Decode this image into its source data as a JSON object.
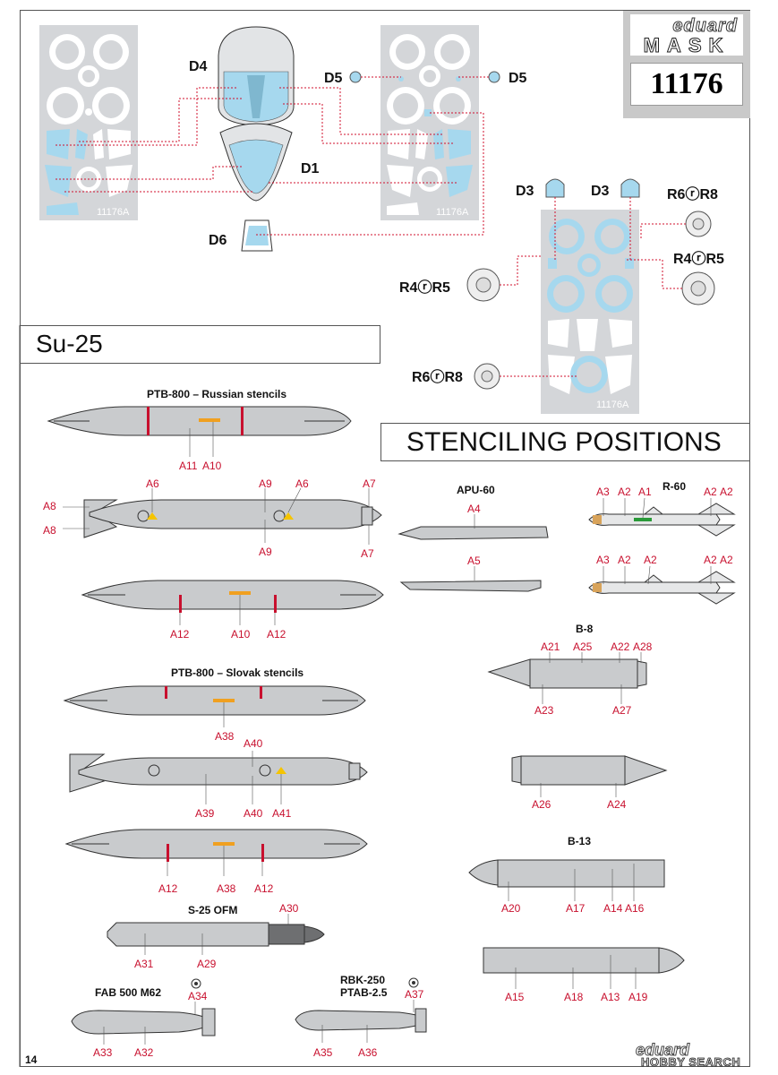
{
  "header": {
    "brand": "eduard",
    "product": "MASK",
    "number": "11176"
  },
  "title": "Su-25",
  "section_title": "STENCILING POSITIONS",
  "page_number": "14",
  "watermark": {
    "brand": "eduard",
    "site": "HOBBY SEARCH"
  },
  "mask": {
    "sheet_code": "11176A",
    "labels": {
      "d4": "D4",
      "d1": "D1",
      "d6": "D6",
      "d5a": "D5",
      "d5b": "D5",
      "d3a": "D3",
      "d3b": "D3",
      "r6r8a": "R6ⓡR8",
      "r4r5a": "R4ⓡR5",
      "r4r5b": "R4ⓡR5",
      "r6r8b": "R6ⓡR8"
    }
  },
  "groups": {
    "ptb_rus": "PTB-800 – Russian stencils",
    "ptb_slovak": "PTB-800 – Slovak stencils",
    "apu60": "APU-60",
    "r60": "R-60",
    "b8": "B-8",
    "b13": "B-13",
    "s25": "S-25 OFM",
    "fab": "FAB 500 M62",
    "rbk1": "RBK-250",
    "rbk2": "PTAB-2.5"
  },
  "labels": {
    "ptb1_a11": "A11",
    "ptb1_a10": "A10",
    "ptb2_a8a": "A8",
    "ptb2_a8b": "A8",
    "ptb2_a6a": "A6",
    "ptb2_a9a": "A9",
    "ptb2_a6b": "A6",
    "ptb2_a7a": "A7",
    "ptb2_a9b": "A9",
    "ptb2_a7b": "A7",
    "ptb3_a12a": "A12",
    "ptb3_a10": "A10",
    "ptb3_a12b": "A12",
    "ptb4_a38": "A38",
    "ptb5_a40a": "A40",
    "ptb5_a39": "A39",
    "ptb5_a40b": "A40",
    "ptb5_a41": "A41",
    "ptb6_a12a": "A12",
    "ptb6_a38": "A38",
    "ptb6_a12b": "A12",
    "apu_a4": "A4",
    "apu_a5": "A5",
    "r60a_a3": "A3",
    "r60a_a2": "A2",
    "r60a_a1": "A1",
    "r60a_a2b": "A2",
    "r60a_a2c": "A2",
    "r60b_a3": "A3",
    "r60b_a2": "A2",
    "r60b_a2b": "A2",
    "r60b_a2c": "A2",
    "r60b_a2d": "A2",
    "b8_a21": "A21",
    "b8_a25": "A25",
    "b8_a22": "A22",
    "b8_a28": "A28",
    "b8_a23": "A23",
    "b8_a27": "A27",
    "b8_a26": "A26",
    "b8_a24": "A24",
    "b13_a20": "A20",
    "b13_a17": "A17",
    "b13_a14": "A14",
    "b13_a16": "A16",
    "b13_a15": "A15",
    "b13_a18": "A18",
    "b13_a13": "A13",
    "b13_a19": "A19",
    "s25_a30": "A30",
    "s25_a31": "A31",
    "s25_a29": "A29",
    "fab_a34": "A34",
    "fab_a33": "A33",
    "fab_a32": "A32",
    "rbk_a37": "A37",
    "rbk_a35": "A35",
    "rbk_a36": "A36"
  },
  "colors": {
    "label_red": "#c8102e",
    "mask_blue": "#a6d8ee",
    "store_grey": "#c9cbcd"
  }
}
